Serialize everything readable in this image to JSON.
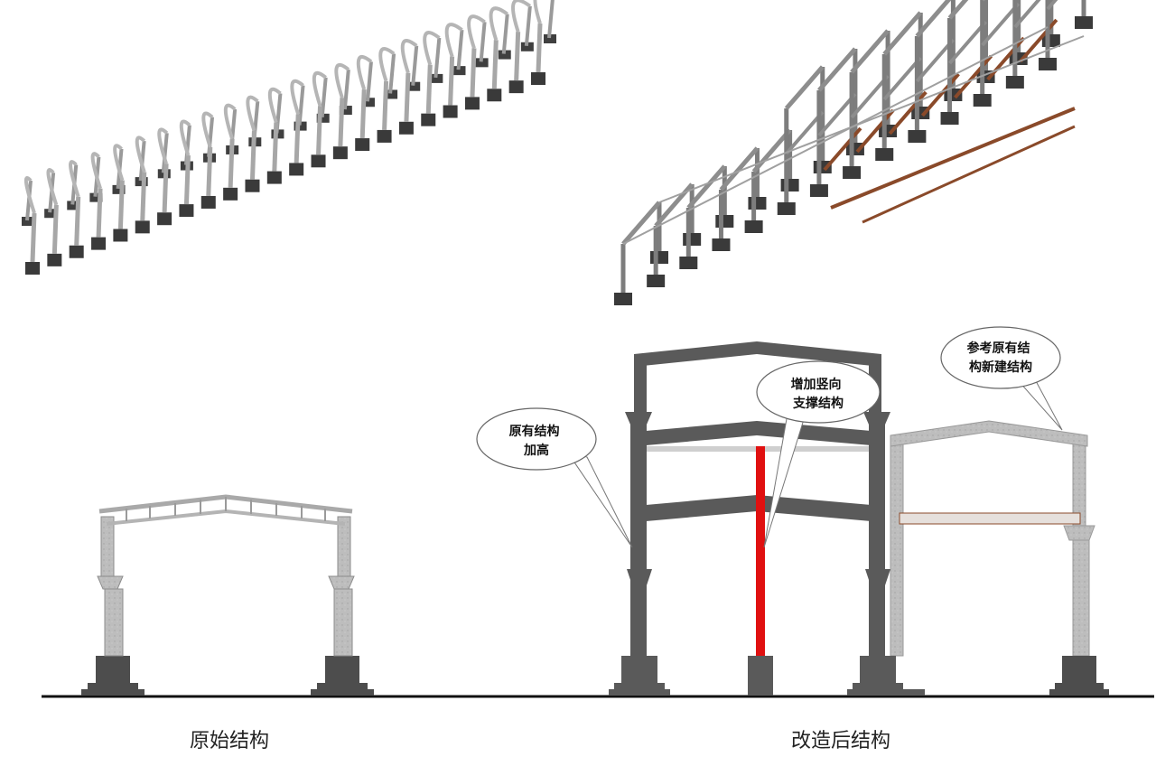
{
  "captions": {
    "original": "原始结构",
    "modified": "改造后结构"
  },
  "callouts": {
    "raise": [
      "原有结构",
      "加高"
    ],
    "brace": [
      "增加竖向",
      "支撑结构"
    ],
    "newbuild": [
      "参考原有结",
      "构新建结构"
    ]
  },
  "colors": {
    "concrete_dark": "#5a5a5a",
    "concrete_light": "#b8b8b8",
    "brace_red": "#e01010",
    "new_beam_brown": "#8a4a2a",
    "ground": "#111111"
  }
}
